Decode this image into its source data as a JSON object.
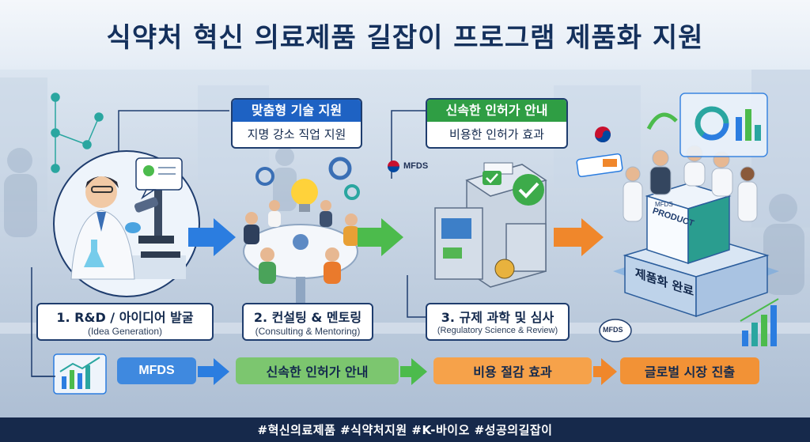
{
  "title": "식약처 혁신 의료제품 길잡이 프로그램 제품화 지원",
  "steps": [
    {
      "main": "1. R&D / 아이디어 발굴",
      "sub": "(Idea Generation)"
    },
    {
      "main": "2. 컨설팅 & 멘토링",
      "sub": "(Consulting & Mentoring)"
    },
    {
      "main": "3. 규제 과학 및 심사",
      "sub": "(Regulatory Science & Review)"
    }
  ],
  "support_box": {
    "head": "맞춤형 기술 지원",
    "body": "지명 강소 직업 지원"
  },
  "approval_box": {
    "head": "신속한 인허가 안내",
    "body": "비용한 인허가 효과"
  },
  "product": {
    "box_label": "PRODUCT",
    "brand": "MFDS",
    "base_label": "제품화 완료"
  },
  "mfds_tags": [
    "MFDS",
    "MFDS"
  ],
  "bottom_flow": [
    "MFDS",
    "신속한 인허가 안내",
    "비용 절감 효과",
    "글로벌 시장 진출"
  ],
  "hashtags": "#혁신의료제품 #식약처지원 #K-바이오 #성공의길잡이",
  "colors": {
    "navy": "#14305c",
    "blue": "#2b7de0",
    "green": "#4cbb4c",
    "orange": "#f0872b",
    "footer": "#16294b"
  }
}
